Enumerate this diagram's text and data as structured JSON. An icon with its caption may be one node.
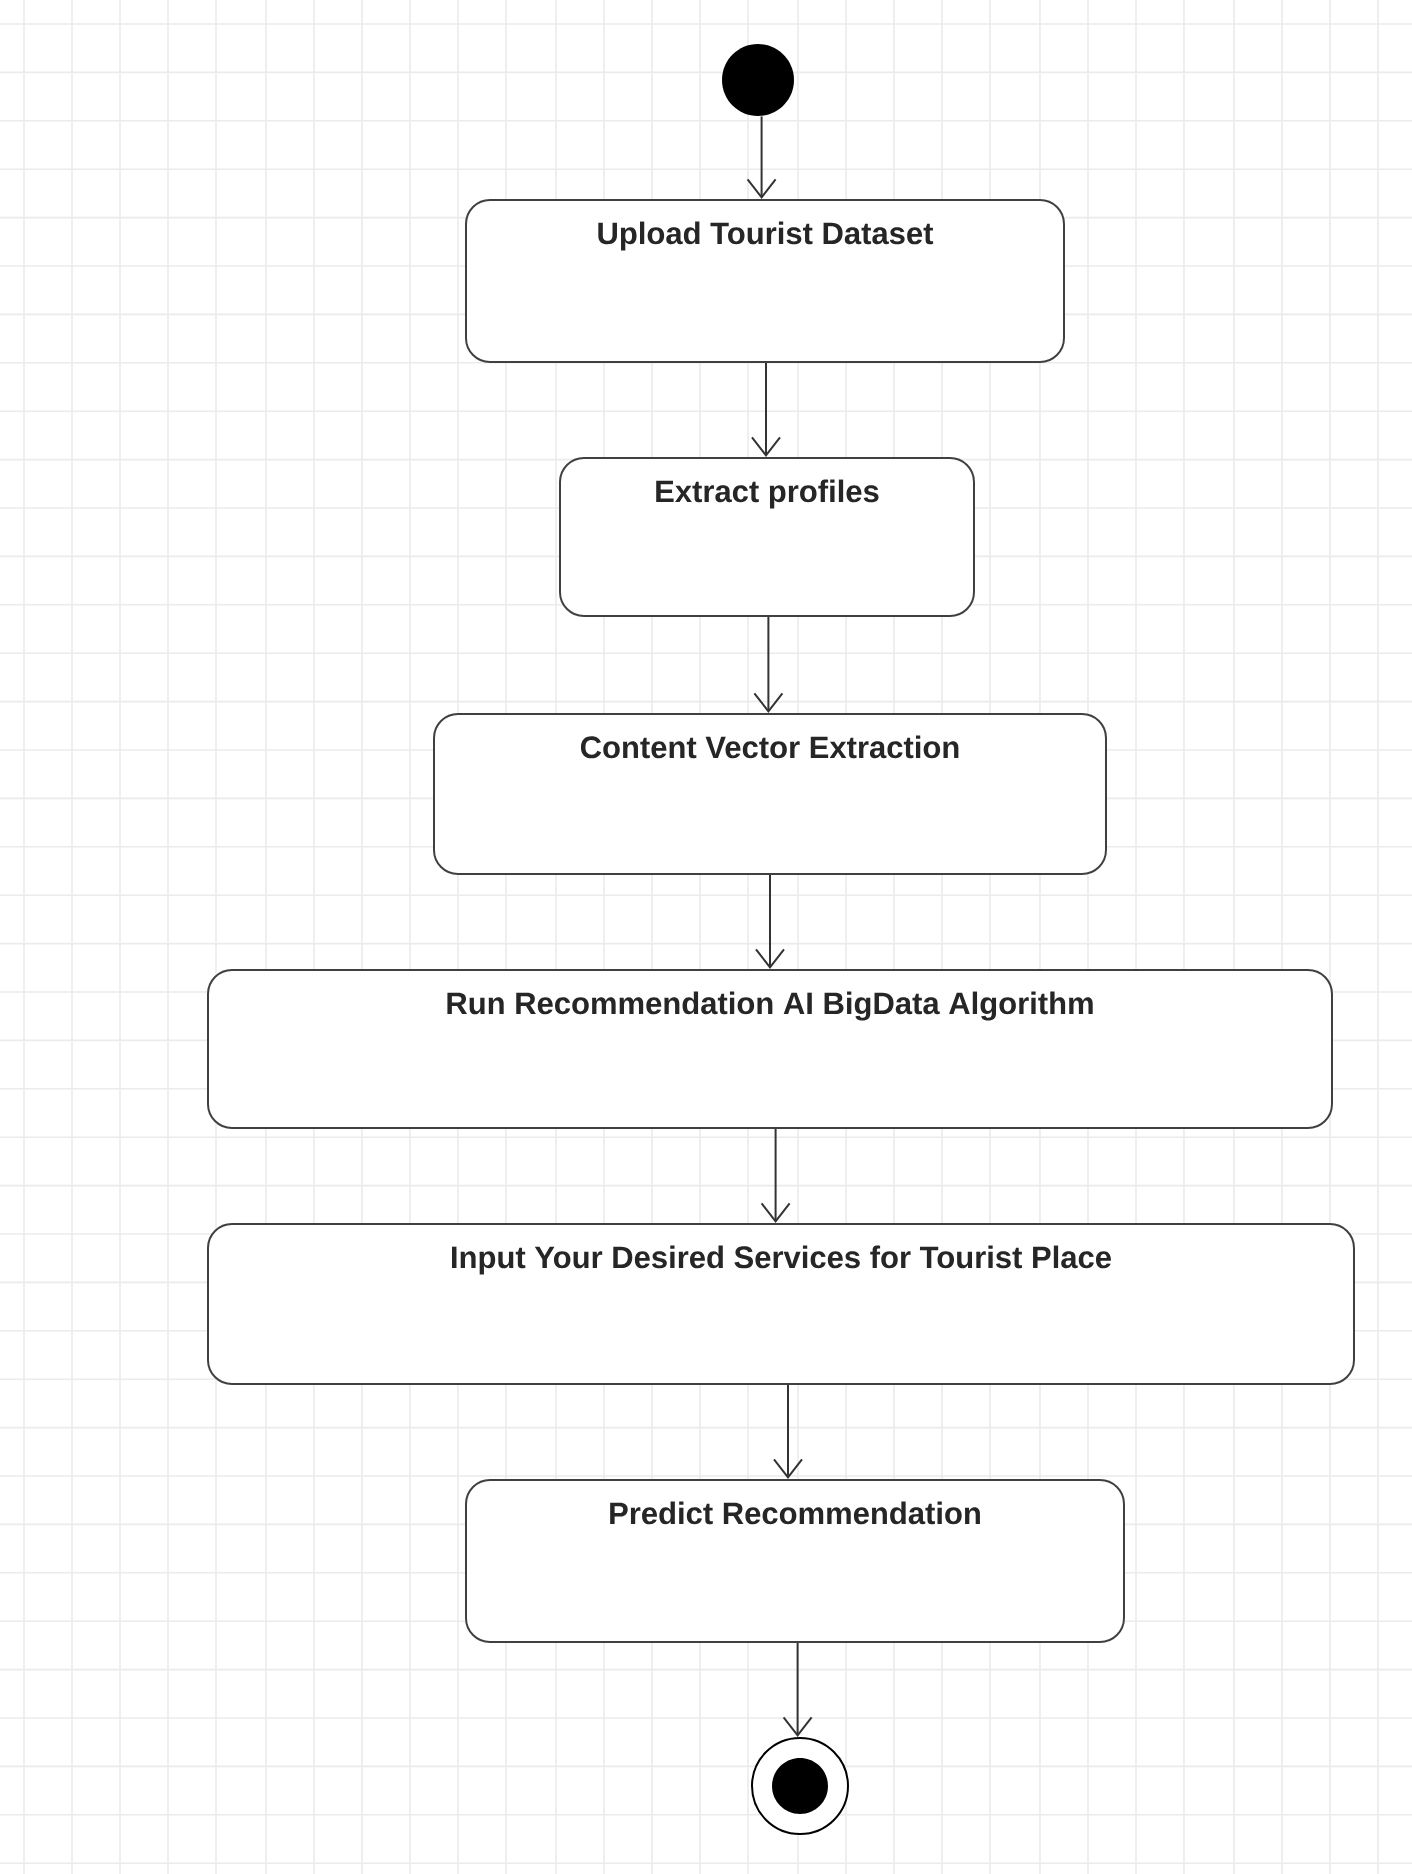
{
  "diagram": {
    "nodes": [
      {
        "text": [],
        "shape": "circle"
      },
      {
        "text": [
          "Upload Tourist Dataset"
        ]
      },
      {
        "text": [
          "Extract profiles"
        ]
      },
      {
        "text": [
          "Content Vector Extraction"
        ]
      },
      {
        "text": [
          "Run Recommendation AI BigData Algorithm"
        ]
      },
      {
        "text": [
          "Input Your Desired Services for Tourist Place"
        ]
      },
      {
        "text": [
          "Predict Recommendation"
        ]
      },
      {
        "text": [],
        "shape": "circle"
      }
    ],
    "edges": [
      {
        "from": 0,
        "to": 1,
        "arrow": "to"
      },
      {
        "from": 1,
        "to": 2,
        "arrow": "to"
      },
      {
        "from": 2,
        "to": 3,
        "arrow": "to"
      },
      {
        "from": 3,
        "to": 4,
        "arrow": "to"
      },
      {
        "from": 4,
        "to": 5,
        "arrow": "to"
      },
      {
        "from": 5,
        "to": 6,
        "arrow": "to"
      },
      {
        "from": 6,
        "to": 7,
        "arrow": "to"
      }
    ]
  }
}
